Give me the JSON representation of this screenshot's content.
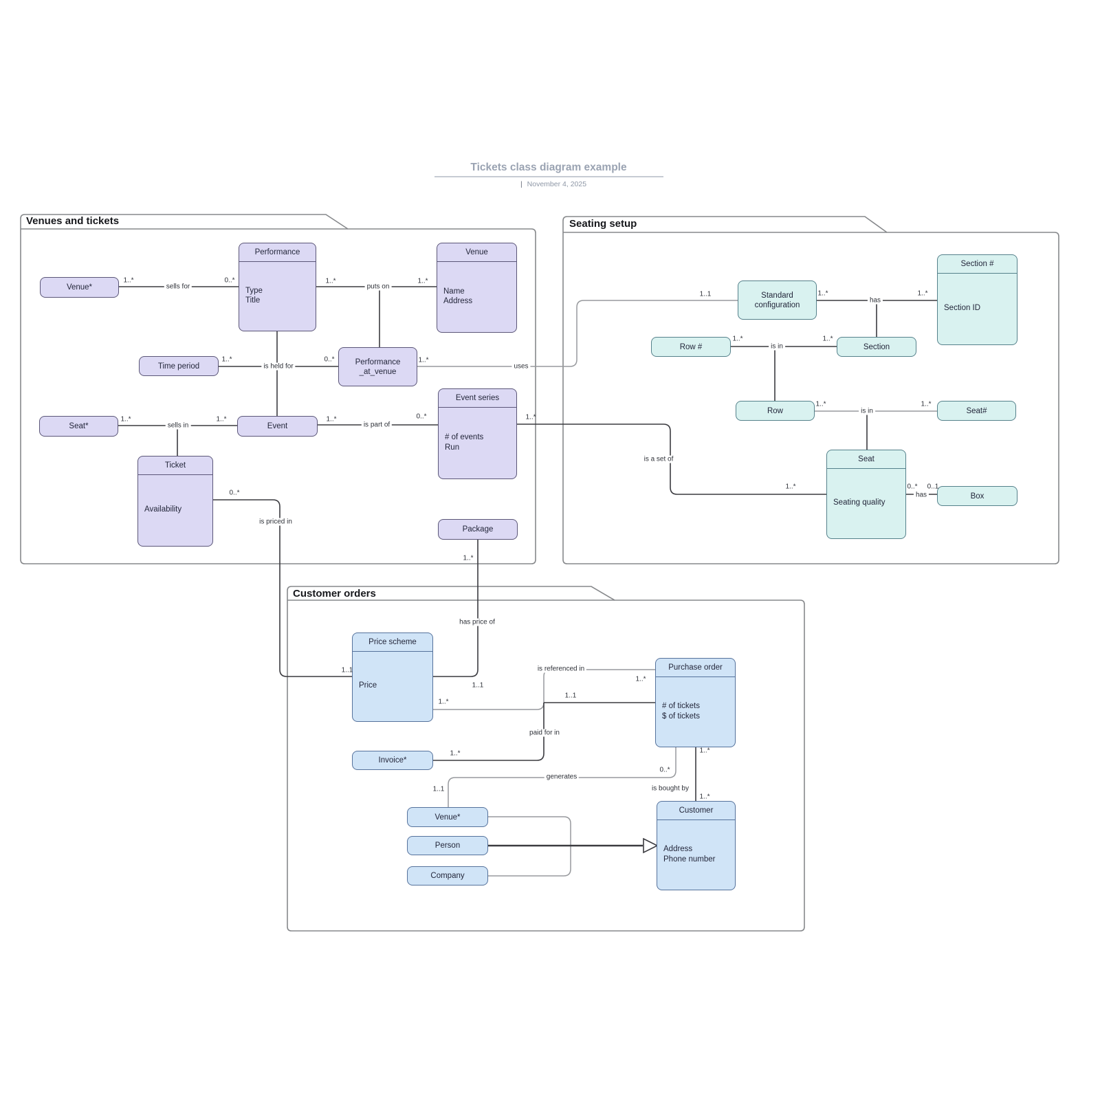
{
  "header": {
    "title": "Tickets class diagram example",
    "separator": "|",
    "date": "November 4, 2025"
  },
  "palette": {
    "purple_fill": "#dcd9f4",
    "purple_border": "#5a5577",
    "cyan_fill": "#d9f2f0",
    "cyan_border": "#54808a",
    "blue_fill": "#d0e4f7",
    "blue_border": "#54719b",
    "frame_border": "#86888b",
    "edge_dark": "#3a3a3f",
    "edge_gray": "#97999d",
    "title_color": "#9aa3b2"
  },
  "groups": [
    {
      "id": "venues",
      "title": "Venues and tickets"
    },
    {
      "id": "seating",
      "title": "Seating setup"
    },
    {
      "id": "customer",
      "title": "Customer orders"
    }
  ],
  "nodes": [
    {
      "id": "venue-star-top",
      "kind": "label",
      "palette": "purple",
      "name": "Venue*"
    },
    {
      "id": "performance",
      "kind": "class",
      "palette": "purple",
      "name": "Performance",
      "attrs": [
        "Type",
        "Title"
      ]
    },
    {
      "id": "venue",
      "kind": "class",
      "palette": "purple",
      "name": "Venue",
      "attrs": [
        "Name",
        "Address"
      ]
    },
    {
      "id": "time-period",
      "kind": "label",
      "palette": "purple",
      "name": "Time period"
    },
    {
      "id": "performance-at-venue",
      "kind": "label",
      "palette": "purple",
      "name": "Performance",
      "name2": "_at_venue"
    },
    {
      "id": "seat-star",
      "kind": "label",
      "palette": "purple",
      "name": "Seat*"
    },
    {
      "id": "event",
      "kind": "label",
      "palette": "purple",
      "name": "Event"
    },
    {
      "id": "event-series",
      "kind": "class",
      "palette": "purple",
      "name": "Event series",
      "attrs": [
        "# of events",
        "Run"
      ]
    },
    {
      "id": "ticket",
      "kind": "class",
      "palette": "purple",
      "name": "Ticket",
      "attrs": [
        "Availability"
      ]
    },
    {
      "id": "package",
      "kind": "label",
      "palette": "purple",
      "name": "Package"
    },
    {
      "id": "standard-configuration",
      "kind": "label",
      "palette": "cyan",
      "name": "Standard",
      "name2": "configuration"
    },
    {
      "id": "section-number",
      "kind": "class",
      "palette": "cyan",
      "name": "Section #",
      "attrs": [
        "Section ID"
      ]
    },
    {
      "id": "row-number",
      "kind": "label",
      "palette": "cyan",
      "name": "Row #"
    },
    {
      "id": "section",
      "kind": "label",
      "palette": "cyan",
      "name": "Section"
    },
    {
      "id": "row",
      "kind": "label",
      "palette": "cyan",
      "name": "Row"
    },
    {
      "id": "seat-number",
      "kind": "label",
      "palette": "cyan",
      "name": "Seat#"
    },
    {
      "id": "seat",
      "kind": "class",
      "palette": "cyan",
      "name": "Seat",
      "attrs": [
        "Seating quality"
      ]
    },
    {
      "id": "box",
      "kind": "label",
      "palette": "cyan",
      "name": "Box"
    },
    {
      "id": "price-scheme",
      "kind": "class",
      "palette": "blue",
      "name": "Price scheme",
      "attrs": [
        "Price"
      ]
    },
    {
      "id": "purchase-order",
      "kind": "class",
      "palette": "blue",
      "name": "Purchase order",
      "attrs": [
        "# of tickets",
        "$ of tickets"
      ]
    },
    {
      "id": "invoice-star",
      "kind": "label",
      "palette": "blue",
      "name": "Invoice*"
    },
    {
      "id": "venue-star-bottom",
      "kind": "label",
      "palette": "blue",
      "name": "Venue*"
    },
    {
      "id": "person",
      "kind": "label",
      "palette": "blue",
      "name": "Person"
    },
    {
      "id": "company",
      "kind": "label",
      "palette": "blue",
      "name": "Company"
    },
    {
      "id": "customer",
      "kind": "class",
      "palette": "blue",
      "name": "Customer",
      "attrs": [
        "Address",
        "Phone number"
      ]
    }
  ],
  "labels": [
    {
      "id": "sells-for-m1",
      "text": "1..*"
    },
    {
      "id": "sells-for",
      "text": "sells for"
    },
    {
      "id": "sells-for-m2",
      "text": "0..*"
    },
    {
      "id": "puts-on-m1",
      "text": "1..*"
    },
    {
      "id": "puts-on",
      "text": "puts on"
    },
    {
      "id": "puts-on-m2",
      "text": "1..*"
    },
    {
      "id": "held-for-m1",
      "text": "1..*"
    },
    {
      "id": "held-for",
      "text": "is held for"
    },
    {
      "id": "held-for-m2",
      "text": "0..*"
    },
    {
      "id": "uses-m1",
      "text": "1..*"
    },
    {
      "id": "uses",
      "text": "uses"
    },
    {
      "id": "uses-m2",
      "text": "1..1"
    },
    {
      "id": "sells-in-m1",
      "text": "1..*"
    },
    {
      "id": "sells-in",
      "text": "sells in"
    },
    {
      "id": "sells-in-m2",
      "text": "1..*"
    },
    {
      "id": "part-of-m1",
      "text": "1..*"
    },
    {
      "id": "part-of",
      "text": "is part of"
    },
    {
      "id": "part-of-m2",
      "text": "0..*"
    },
    {
      "id": "setof-m1",
      "text": "1..*"
    },
    {
      "id": "setof",
      "text": "is a set of"
    },
    {
      "id": "setof-m2",
      "text": "1..*"
    },
    {
      "id": "priced-m1",
      "text": "0..*"
    },
    {
      "id": "priced",
      "text": "is priced in"
    },
    {
      "id": "priced-m2",
      "text": "1..1"
    },
    {
      "id": "haspriceof-m1",
      "text": "1..*"
    },
    {
      "id": "haspriceof",
      "text": "has price of"
    },
    {
      "id": "haspriceof-m2",
      "text": "1..1"
    },
    {
      "id": "has1-m1",
      "text": "1..*"
    },
    {
      "id": "has1",
      "text": "has"
    },
    {
      "id": "has1-m2",
      "text": "1..*"
    },
    {
      "id": "isin1-m1",
      "text": "1..*"
    },
    {
      "id": "isin1",
      "text": "is in"
    },
    {
      "id": "isin1-m2",
      "text": "1..*"
    },
    {
      "id": "isin2-m1",
      "text": "1..*"
    },
    {
      "id": "isin2",
      "text": "is in"
    },
    {
      "id": "isin2-m2",
      "text": "1..*"
    },
    {
      "id": "has2-m1",
      "text": "0..*"
    },
    {
      "id": "has2",
      "text": "has"
    },
    {
      "id": "has2-m2",
      "text": "0..1"
    },
    {
      "id": "refin",
      "text": "is referenced in"
    },
    {
      "id": "refin-m1",
      "text": "1..*"
    },
    {
      "id": "ps-po-m1",
      "text": "1..*"
    },
    {
      "id": "ps-po-m2",
      "text": "1..1"
    },
    {
      "id": "paidforin",
      "text": "paid for in"
    },
    {
      "id": "paidforin-m1",
      "text": "1..*"
    },
    {
      "id": "generates",
      "text": "generates"
    },
    {
      "id": "generates-m1",
      "text": "0..*"
    },
    {
      "id": "generates-m2",
      "text": "1..1"
    },
    {
      "id": "boughtby",
      "text": "is bought by"
    },
    {
      "id": "boughtby-m1",
      "text": "1..*"
    },
    {
      "id": "boughtby-m2",
      "text": "1..*"
    }
  ]
}
